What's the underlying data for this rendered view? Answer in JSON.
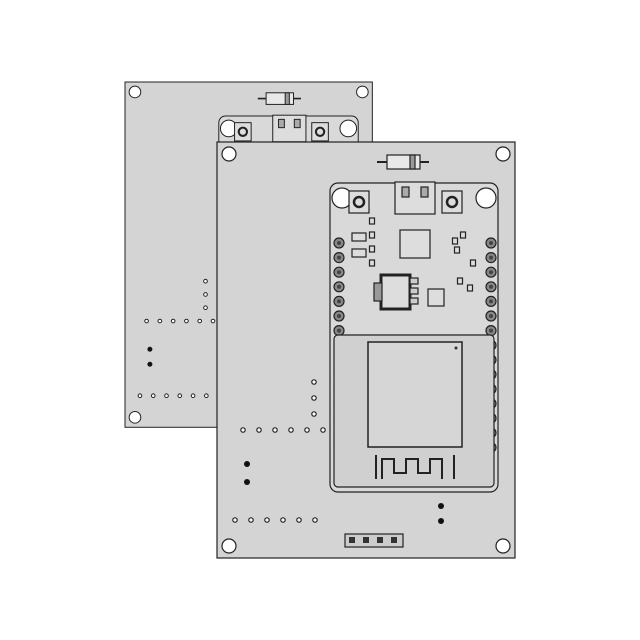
{
  "colors": {
    "background": "#ffffff",
    "board": "#d4d4d4",
    "module": "#d9d9d9",
    "outline": "#222222",
    "pad": "#888888",
    "hole": "#ffffff"
  },
  "boards": [
    {
      "name": "back-board",
      "scale": 0.83
    },
    {
      "name": "front-board",
      "scale": 1
    }
  ]
}
